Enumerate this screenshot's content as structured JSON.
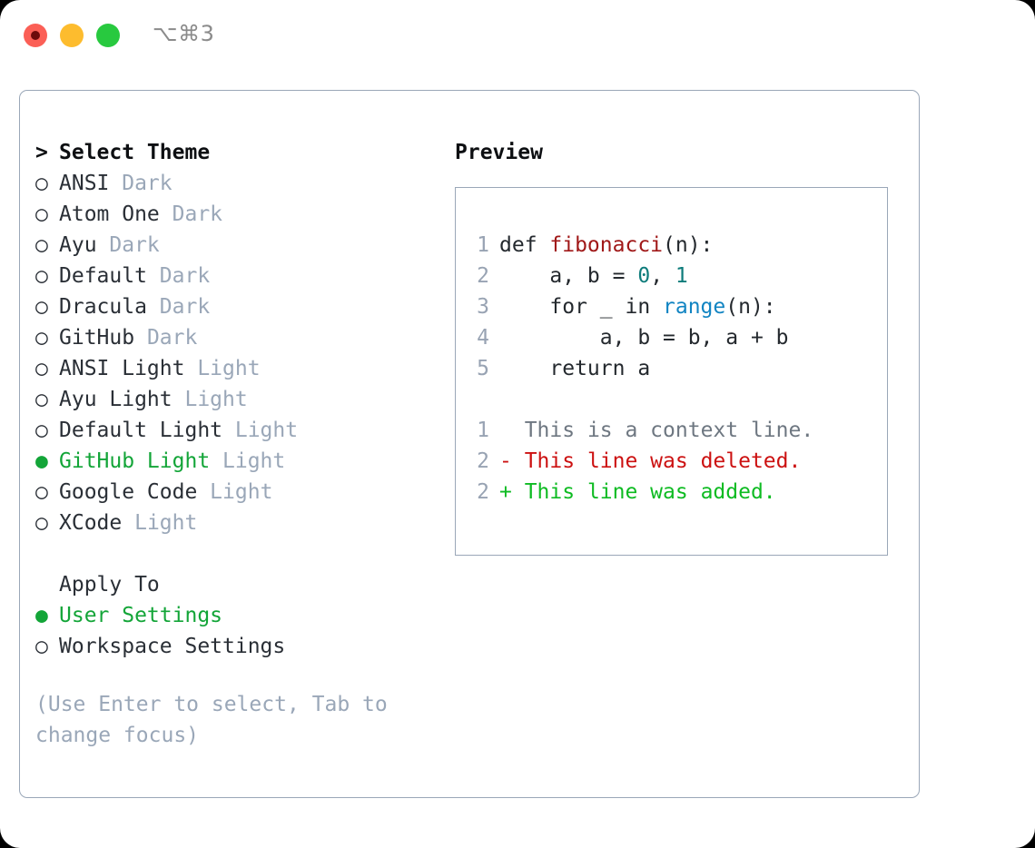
{
  "titlebar": {
    "shortcut": "⌥⌘3",
    "buttons": [
      {
        "name": "close",
        "color": "#fb5f56"
      },
      {
        "name": "minimize",
        "color": "#fdbc2e"
      },
      {
        "name": "maximize",
        "color": "#28c93f"
      }
    ]
  },
  "theme_picker": {
    "heading_prefix": "> ",
    "heading": "Select Theme",
    "bullet_unselected": "○ ",
    "bullet_selected": "● ",
    "items": [
      {
        "label": "ANSI",
        "suffix": " Dark",
        "selected": false
      },
      {
        "label": "Atom One",
        "suffix": " Dark",
        "selected": false
      },
      {
        "label": "Ayu",
        "suffix": " Dark",
        "selected": false
      },
      {
        "label": "Default",
        "suffix": " Dark",
        "selected": false
      },
      {
        "label": "Dracula",
        "suffix": " Dark",
        "selected": false
      },
      {
        "label": "GitHub",
        "suffix": " Dark",
        "selected": false
      },
      {
        "label": "ANSI Light",
        "suffix": " Light",
        "selected": false
      },
      {
        "label": "Ayu Light",
        "suffix": " Light",
        "selected": false
      },
      {
        "label": "Default Light",
        "suffix": " Light",
        "selected": false
      },
      {
        "label": "GitHub Light",
        "suffix": " Light",
        "selected": true
      },
      {
        "label": "Google Code",
        "suffix": " Light",
        "selected": false
      },
      {
        "label": "XCode",
        "suffix": " Light",
        "selected": false
      }
    ]
  },
  "apply_to": {
    "title": "Apply To",
    "options": [
      {
        "label": "User Settings",
        "selected": true
      },
      {
        "label": "Workspace Settings",
        "selected": false
      }
    ]
  },
  "hint": "(Use Enter to select, Tab to change focus)",
  "preview": {
    "title": "Preview",
    "code_lines": [
      {
        "no": "1",
        "tokens": [
          {
            "t": "def ",
            "c": "plain"
          },
          {
            "t": "fibonacci",
            "c": "func"
          },
          {
            "t": "(n):",
            "c": "plain"
          }
        ]
      },
      {
        "no": "2",
        "tokens": [
          {
            "t": "    a, b = ",
            "c": "plain"
          },
          {
            "t": "0",
            "c": "num"
          },
          {
            "t": ", ",
            "c": "plain"
          },
          {
            "t": "1",
            "c": "num"
          }
        ]
      },
      {
        "no": "3",
        "tokens": [
          {
            "t": "    for _ in ",
            "c": "plain"
          },
          {
            "t": "range",
            "c": "call"
          },
          {
            "t": "(n):",
            "c": "plain"
          }
        ]
      },
      {
        "no": "4",
        "tokens": [
          {
            "t": "        a, b = b, a + b",
            "c": "plain"
          }
        ]
      },
      {
        "no": "5",
        "tokens": [
          {
            "t": "    return a",
            "c": "plain"
          }
        ]
      }
    ],
    "diff_lines": [
      {
        "no": "1",
        "marker": "  ",
        "text": "This is a context line.",
        "kind": "ctx"
      },
      {
        "no": "2",
        "marker": "- ",
        "text": "This line was deleted.",
        "kind": "del"
      },
      {
        "no": "2",
        "marker": "+ ",
        "text": "This line was added.",
        "kind": "add"
      }
    ]
  },
  "colors": {
    "accent_green": "#13a538",
    "muted": "#9aa7b8",
    "code_function": "#a01818",
    "code_number": "#0e7c7b",
    "code_call": "#1184c2",
    "diff_deleted": "#cc1111",
    "diff_added": "#0ebb22",
    "border": "#9aa7b8"
  }
}
